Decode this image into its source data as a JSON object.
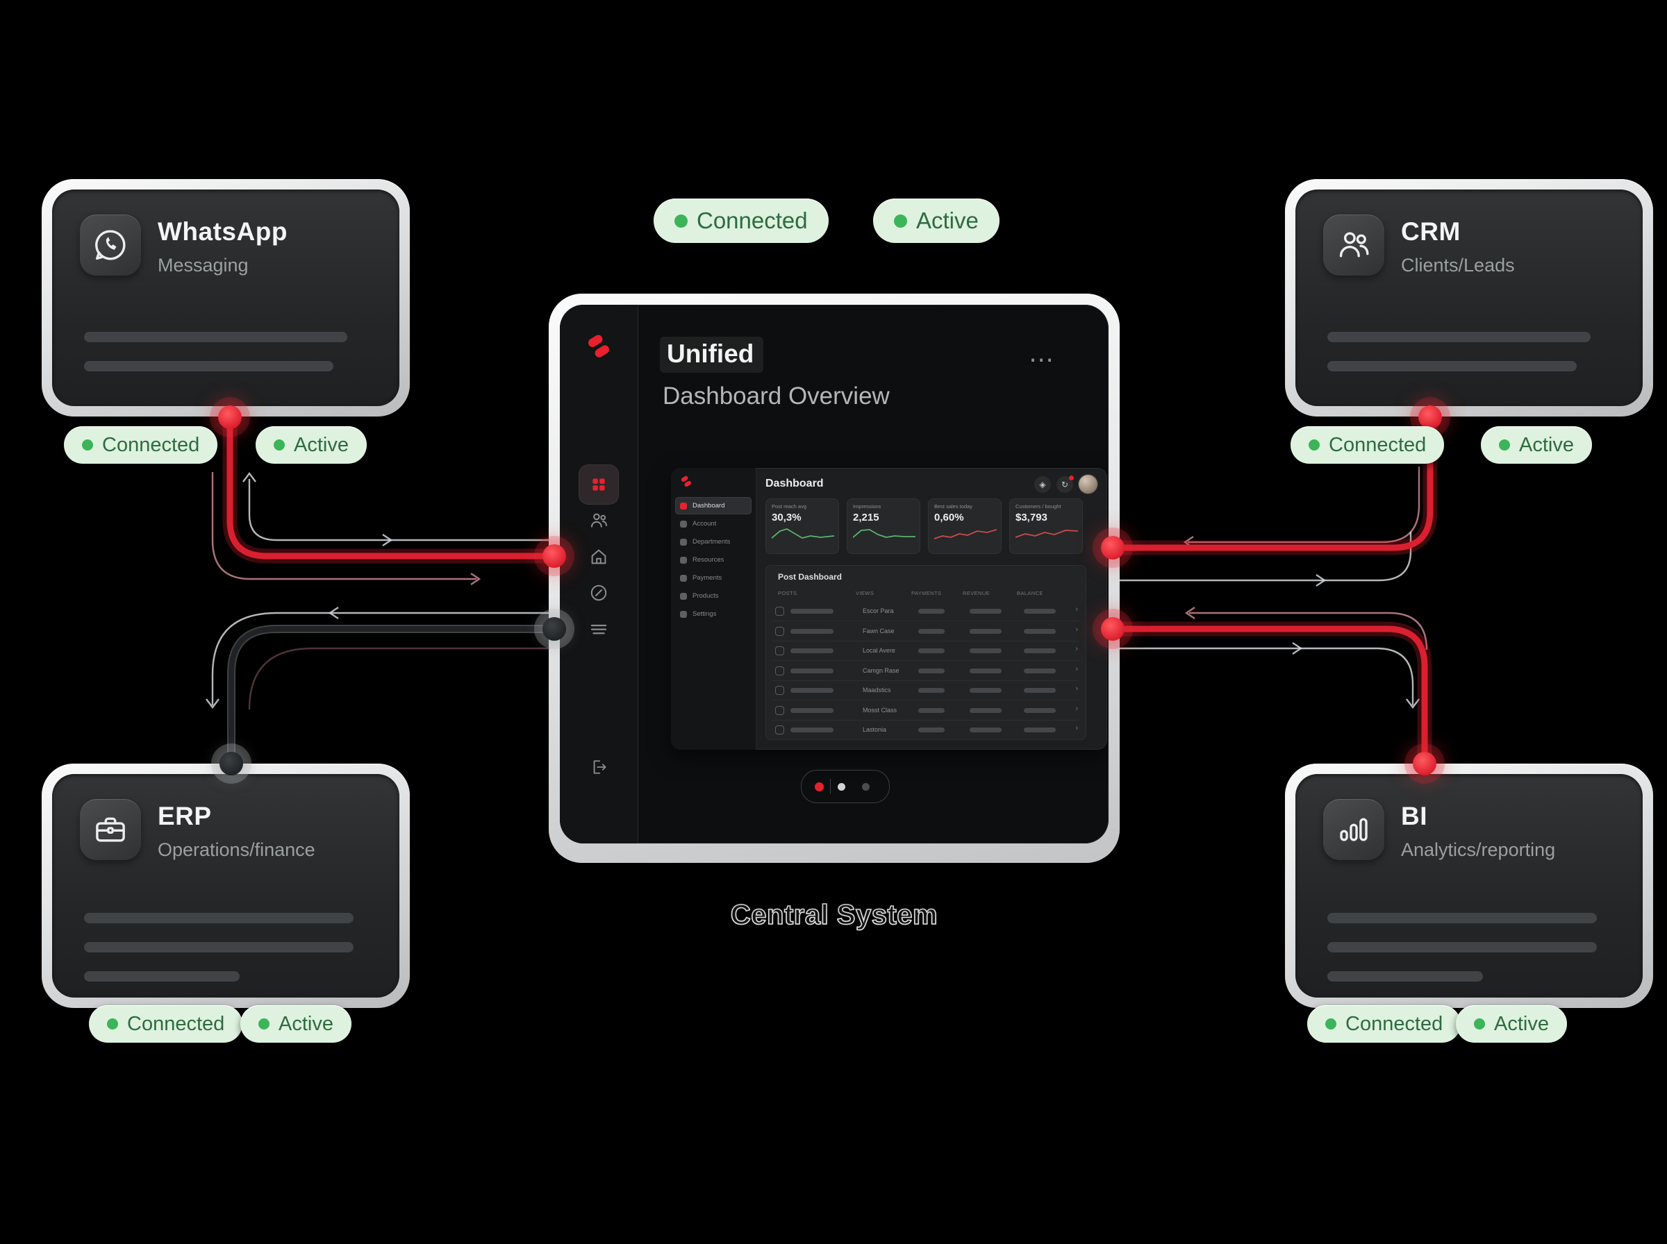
{
  "scene": {
    "caption": "Central System"
  },
  "status_badges": {
    "connected": "Connected",
    "active": "Active"
  },
  "hub": {
    "title_line1": "Unified",
    "title_line2": "Dashboard Overview",
    "menu_ellipsis": "⋯",
    "screen": {
      "page_title": "Dashboard",
      "nav": [
        {
          "label": "Dashboard",
          "active": true
        },
        {
          "label": "Account",
          "active": false
        },
        {
          "label": "Departments",
          "active": false
        },
        {
          "label": "Resources",
          "active": false
        },
        {
          "label": "Payments",
          "active": false
        },
        {
          "label": "Products",
          "active": false
        },
        {
          "label": "Settings",
          "active": false
        }
      ],
      "stats": [
        {
          "label": "Post reach avg",
          "value": "30,3%",
          "trend": "up",
          "spark": "0,17 12,7 22,4 32,10 44,17 56,14 70,16 90,14"
        },
        {
          "label": "Impressions",
          "value": "2,215",
          "trend": "up",
          "spark": "0,16 12,6 24,5 36,12 48,16 60,14 74,15 90,15"
        },
        {
          "label": "Best sales today",
          "value": "0,60%",
          "trend": "down",
          "spark": "0,18 12,14 24,16 36,11 48,13 62,7 76,9 90,5"
        },
        {
          "label": "Customers / bought",
          "value": "$3,793",
          "trend": "down",
          "spark": "0,16 14,11 28,14 42,9 56,12 72,6 90,7"
        }
      ],
      "table": {
        "title": "Post Dashboard",
        "columns": [
          "Posts",
          "Views",
          "Payments",
          "Revenue",
          "Balance"
        ],
        "rows": [
          "Escor Para",
          "Fawn Case",
          "Local Avere",
          "Camgn Rase",
          "Maadstics",
          "Mosst Class",
          "Lastonia"
        ]
      }
    }
  },
  "nodes": [
    {
      "id": "whatsapp",
      "title": "WhatsApp",
      "subtitle": "Messaging",
      "icon": "whatsapp-icon",
      "badges": [
        "Connected",
        "Active"
      ]
    },
    {
      "id": "crm",
      "title": "CRM",
      "subtitle": "Clients/Leads",
      "icon": "crm-users-icon",
      "badges": [
        "Connected",
        "Active"
      ]
    },
    {
      "id": "erp",
      "title": "ERP",
      "subtitle": "Operations/finance",
      "icon": "erp-briefcase-icon",
      "badges": [
        "Connected",
        "Active"
      ]
    },
    {
      "id": "bi",
      "title": "BI",
      "subtitle": "Analytics/reporting",
      "icon": "bi-bars-icon",
      "badges": [
        "Connected",
        "Active"
      ]
    }
  ],
  "colors": {
    "accent_red": "#e8212e",
    "badge_bg": "#def2df",
    "badge_text": "#2e6b40",
    "badge_dot": "#3cb45a",
    "spark_up": "#58b46c",
    "spark_down": "#c94b4b",
    "line_gray": "#d4d7da",
    "line_pink": "#d88e9a",
    "line_dark": "#202225"
  }
}
